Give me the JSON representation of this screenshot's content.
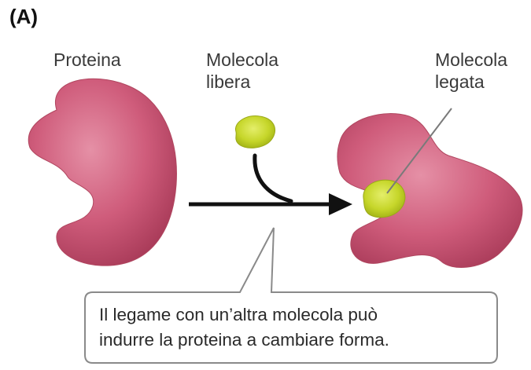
{
  "panel_label": "(A)",
  "labels": {
    "protein": "Proteina",
    "free_molecule": [
      "Molecola",
      "libera"
    ],
    "bound_molecule": [
      "Molecola",
      "legata"
    ]
  },
  "callout": [
    "Il legame con un’altra molecola può",
    "indurre la proteina a cambiare forma."
  ],
  "colors": {
    "protein": "#c9506f",
    "protein_highlight": "#e590a6",
    "ligand": "#c6d62a",
    "arrow": "#111111",
    "callout_border": "#8a8a8a"
  }
}
